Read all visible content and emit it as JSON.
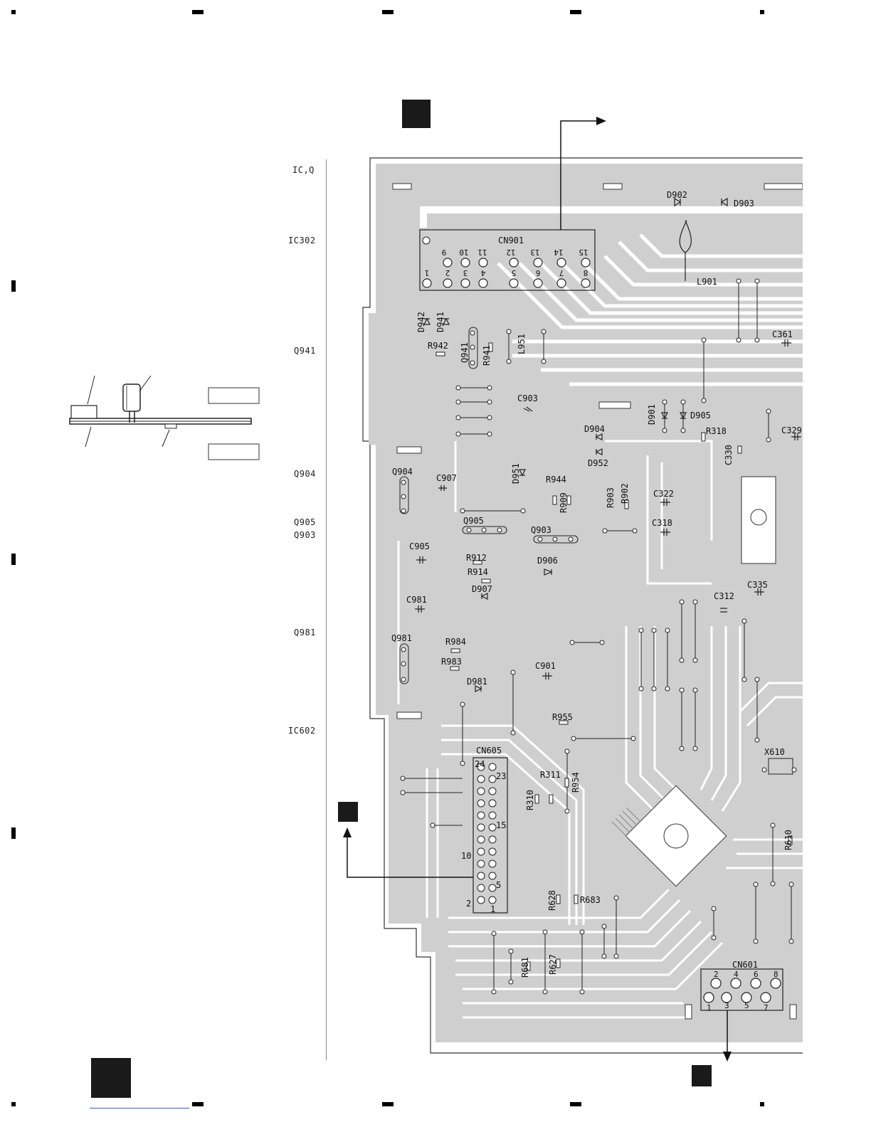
{
  "side_labels": {
    "icq": "IC,Q",
    "ic302": "IC302",
    "q941": "Q941",
    "q904": "Q904",
    "q905": "Q905",
    "q903": "Q903",
    "q981": "Q981",
    "ic602": "IC602"
  },
  "components": {
    "cn901": "CN901",
    "d902": "D902",
    "d903": "D903",
    "l901": "L901",
    "c361": "C361",
    "d942": "D942",
    "d941": "D941",
    "r942": "R942",
    "q941": "Q941",
    "r941": "R941",
    "l951": "L951",
    "c903": "C903",
    "d901": "D901",
    "d905": "D905",
    "r318": "R318",
    "c330": "C330",
    "c329": "C329",
    "d904": "D904",
    "d952": "D952",
    "d951": "D951",
    "r944": "R944",
    "r909": "R909",
    "r903": "R903",
    "r902": "R902",
    "c322": "C322",
    "c318": "C318",
    "q904": "Q904",
    "c907": "C907",
    "q905": "Q905",
    "q903": "Q903",
    "c905": "C905",
    "r912": "R912",
    "d906": "D906",
    "r914": "R914",
    "d907": "D907",
    "c312": "C312",
    "c335": "C335",
    "c981": "C981",
    "q981": "Q981",
    "r984": "R984",
    "r983": "R983",
    "c901": "C901",
    "d981": "D981",
    "r955": "R955",
    "cn605": "CN605",
    "x610": "X610",
    "r311": "R311",
    "r310": "R310",
    "r954": "R954",
    "r610": "R610",
    "r628": "R628",
    "r683": "R683",
    "r681": "R681",
    "r627": "R627",
    "cn601": "CN601"
  },
  "cn901_pins_top": [
    "9",
    "10",
    "11",
    "12",
    "13",
    "14",
    "15"
  ],
  "cn901_pins_bottom": [
    "1",
    "2",
    "3",
    "4",
    "5",
    "6",
    "7",
    "8"
  ],
  "cn605_pins": [
    "24",
    "23",
    "15",
    "10",
    "5",
    "2",
    "1"
  ],
  "cn601_pins_top": [
    "2",
    "4",
    "6",
    "8"
  ],
  "cn601_pins_bottom": [
    "1",
    "3",
    "5",
    "7"
  ],
  "icons": [
    "arrow-right-icon",
    "arrow-up-icon",
    "arrow-down-icon",
    "capacitor-icon",
    "marker-square-icon"
  ],
  "colors": {
    "copper": "#cfcfcf",
    "ink": "#1a1a1a",
    "paper": "#ffffff"
  }
}
